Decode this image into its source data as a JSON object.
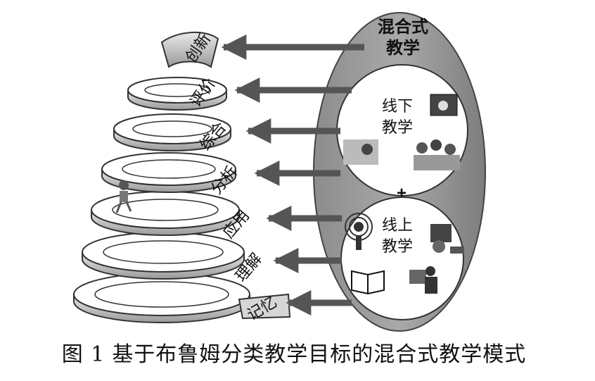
{
  "diagram": {
    "spiral_levels": [
      "创新",
      "评价",
      "综合",
      "分析",
      "应用",
      "理解",
      "记忆"
    ],
    "outer_ellipse_label_line1": "混合式",
    "outer_ellipse_label_line2": "教学",
    "offline": {
      "line1": "线下",
      "line2": "教学"
    },
    "plus": "+",
    "online": {
      "line1": "线上",
      "line2": "教学"
    }
  },
  "caption": {
    "number": "图 1",
    "text": "基于布鲁姆分类教学目标的混合式教学模式"
  }
}
